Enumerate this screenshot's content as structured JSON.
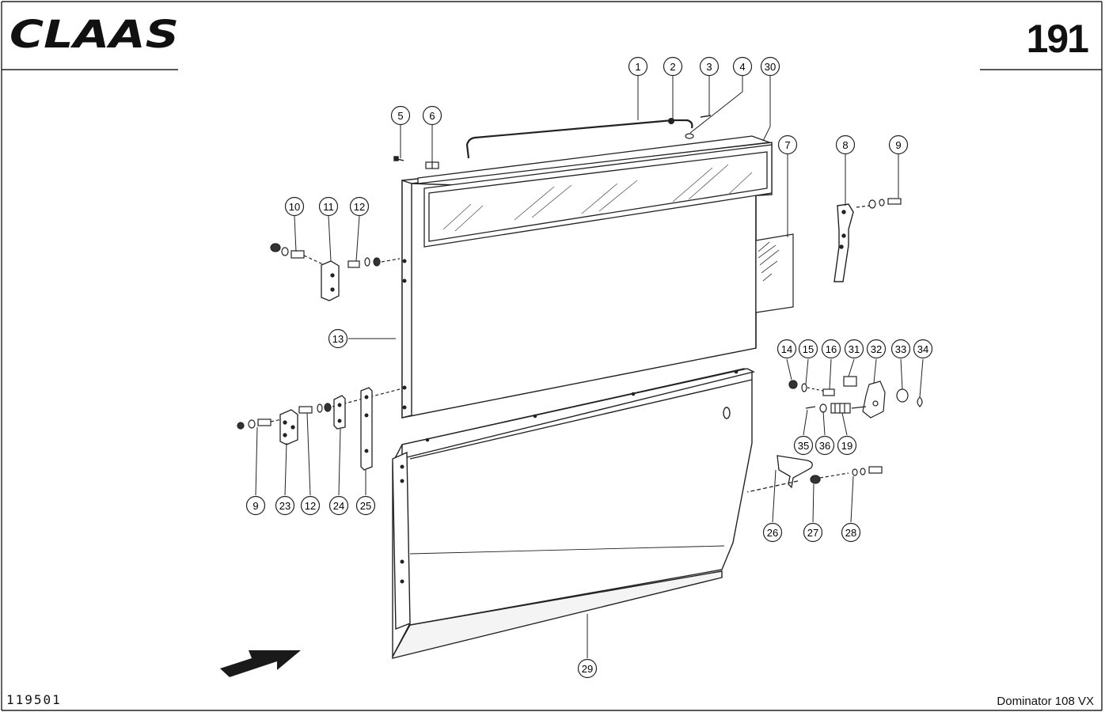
{
  "header": {
    "brand": "CLAAS",
    "page_number": "191"
  },
  "footer": {
    "drawing_number": "119501",
    "model": "Dominator 108 VX"
  },
  "callouts": [
    "1",
    "2",
    "3",
    "4",
    "30",
    "5",
    "6",
    "7",
    "8",
    "9",
    "10",
    "11",
    "12",
    "13",
    "14",
    "15",
    "16",
    "31",
    "32",
    "33",
    "34",
    "35",
    "36",
    "19",
    "9",
    "23",
    "12",
    "24",
    "25",
    "26",
    "27",
    "28",
    "29"
  ],
  "icons": {
    "brand_logo": "claas-logo-icon",
    "direction_arrow": "travel-direction-arrow-icon"
  }
}
